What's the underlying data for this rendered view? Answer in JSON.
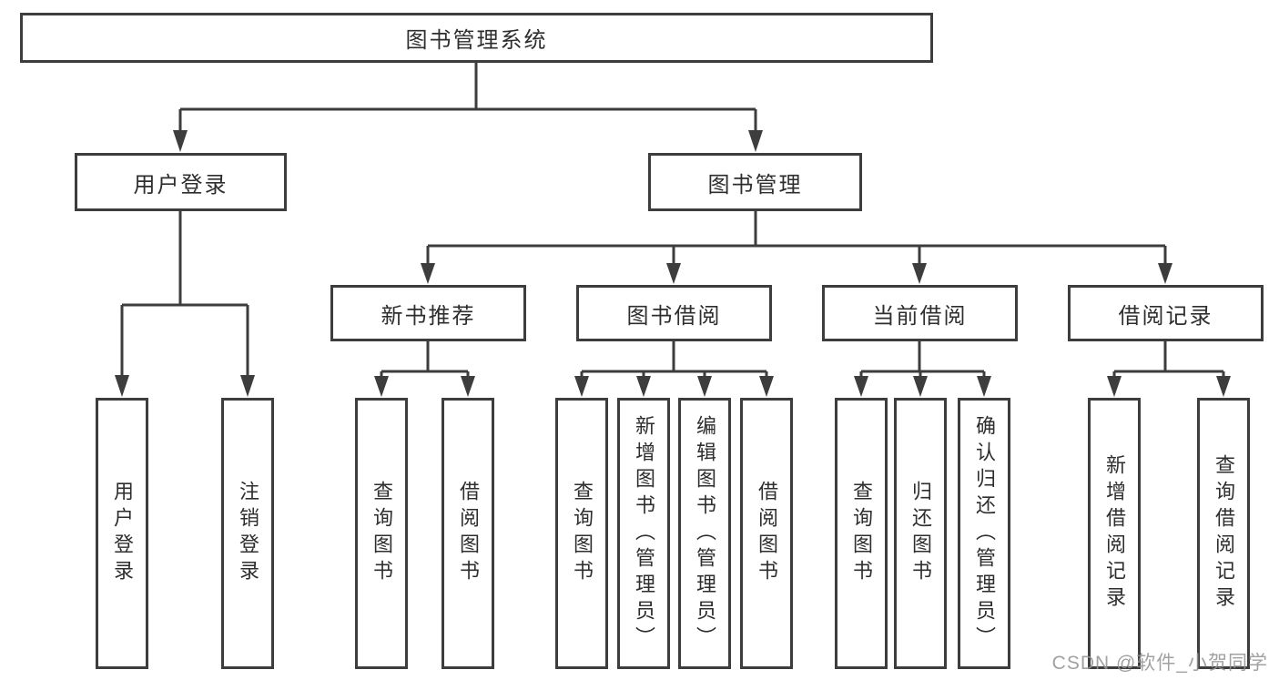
{
  "colors": {
    "line": "#3d3d3d",
    "text": "#2e2e2e",
    "watermark": "#949494",
    "background": "#ffffff"
  },
  "watermark": "CSDN @软件_小贺同学",
  "tree": {
    "root": {
      "label": "图书管理系统"
    },
    "children": [
      {
        "label": "用户登录",
        "children": [
          {
            "label": "用户登录"
          },
          {
            "label": "注销登录"
          }
        ]
      },
      {
        "label": "图书管理",
        "children": [
          {
            "label": "新书推荐",
            "children": [
              {
                "label": "查询图书"
              },
              {
                "label": "借阅图书"
              }
            ]
          },
          {
            "label": "图书借阅",
            "children": [
              {
                "label": "查询图书"
              },
              {
                "label": "新增图书（管理员）"
              },
              {
                "label": "编辑图书（管理员）"
              },
              {
                "label": "借阅图书"
              }
            ]
          },
          {
            "label": "当前借阅",
            "children": [
              {
                "label": "查询图书"
              },
              {
                "label": "归还图书"
              },
              {
                "label": "确认归还（管理员）"
              }
            ]
          },
          {
            "label": "借阅记录",
            "children": [
              {
                "label": "新增借阅记录"
              },
              {
                "label": "查询借阅记录"
              }
            ]
          }
        ]
      }
    ]
  }
}
